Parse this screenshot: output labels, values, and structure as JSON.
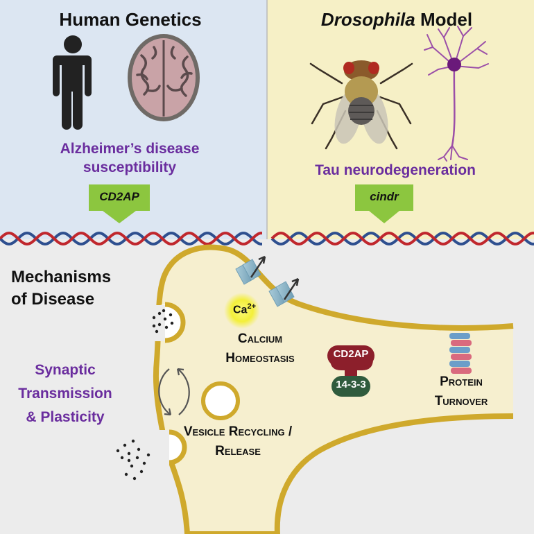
{
  "panels": {
    "human": {
      "title": "Human Genetics",
      "phenotype": "Alzheimer’s disease susceptibility",
      "phenotype_line1": "Alzheimer’s disease",
      "phenotype_line2": "susceptibility",
      "gene": "CD2AP",
      "background": "#dce6f2",
      "icons": [
        "person-icon",
        "brain-mri-icon"
      ]
    },
    "drosophila": {
      "title_italic": "Drosophila",
      "title_rest": " Model",
      "phenotype": "Tau neurodegeneration",
      "gene": "cindr",
      "background": "#f6f0c6",
      "icons": [
        "fruit-fly-icon",
        "neuron-icon"
      ]
    }
  },
  "mechanisms": {
    "heading_line1": "Mechanisms",
    "heading_line2": "of Disease",
    "synaptic_line1": "Synaptic",
    "synaptic_line2": "Transmission",
    "synaptic_line3": "& Plasticity",
    "calcium_line1": "Calcium",
    "calcium_line2": "Homeostasis",
    "calcium_ion": "Ca",
    "calcium_charge": "2+",
    "vesicle_line1": "Vesicle Recycling /",
    "vesicle_line2": "Release",
    "protein_line1": "Protein",
    "protein_line2": "Turnover",
    "complex_top": "CD2AP",
    "complex_bottom": "14-3-3",
    "background": "#ececec"
  },
  "colors": {
    "purple_text": "#6a2d9e",
    "gene_arrow": "#8cc63f",
    "dna_red": "#c0272d",
    "dna_blue": "#2e4f8f",
    "synapse_outline": "#cfa92c",
    "cd2ap_protein": "#8c1f2b",
    "protein_1433": "#2f5b3d",
    "channel": "#8fb6c9",
    "calcium_glow": "#f3ef3a"
  }
}
